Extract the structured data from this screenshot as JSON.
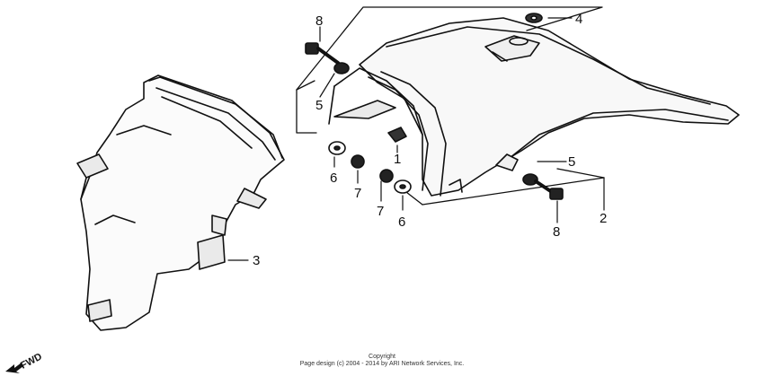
{
  "diagram": {
    "callouts": {
      "c1": "1",
      "c2": "2",
      "c3": "3",
      "c4": "4",
      "c5a": "5",
      "c5b": "5",
      "c6a": "6",
      "c6b": "6",
      "c7a": "7",
      "c7b": "7",
      "c8a": "8",
      "c8b": "8"
    },
    "fwd_label": "FWD",
    "copyright_title": "Copyright",
    "copyright_text": "Page design (c) 2004 - 2014 by ARI Network Services, Inc."
  }
}
